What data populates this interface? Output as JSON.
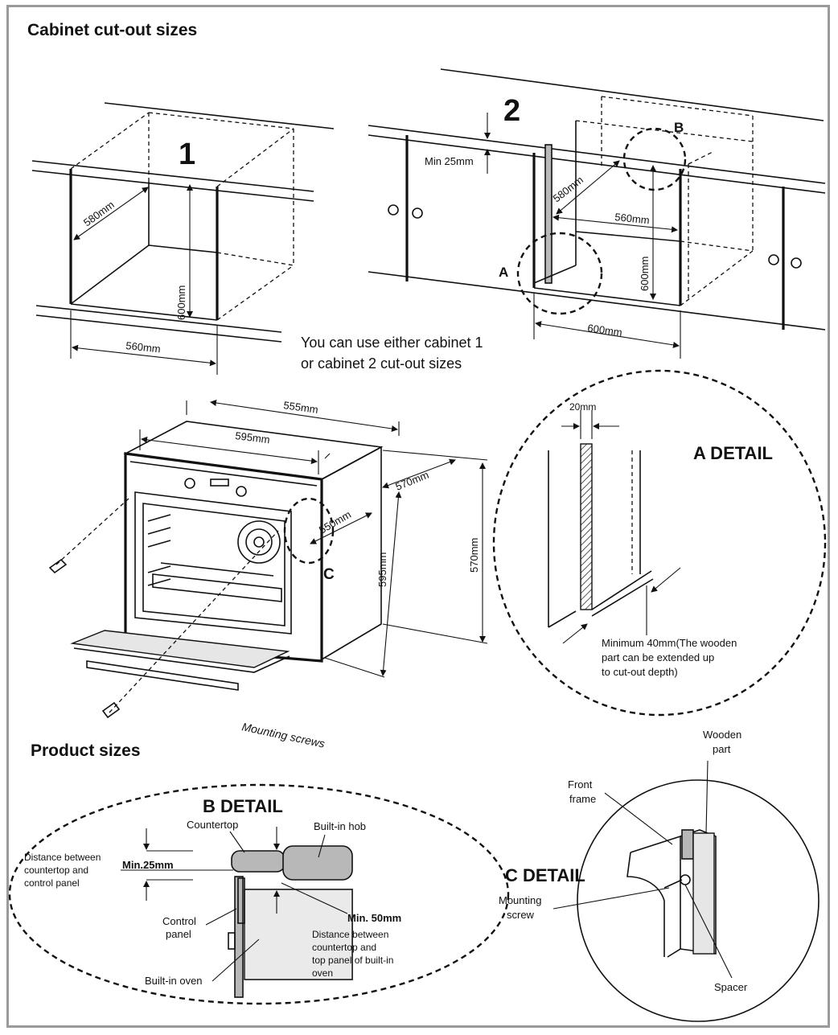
{
  "headings": {
    "cabinet_cutout": "Cabinet cut-out sizes",
    "product_sizes": "Product sizes"
  },
  "cabinet1": {
    "number": "1",
    "depth": "580mm",
    "height": "600mm",
    "width": "560mm"
  },
  "cabinet2": {
    "number": "2",
    "min_gap": "Min 25mm",
    "depth": "580mm",
    "inner_width": "560mm",
    "height": "600mm",
    "width": "600mm",
    "marker_a": "A",
    "marker_b": "B"
  },
  "note": {
    "line1": "You can use either cabinet 1",
    "line2": "or cabinet 2 cut-out sizes"
  },
  "oven": {
    "depth_top": "555mm",
    "width_front": "595mm",
    "side_570": "570mm",
    "side_550": "550mm",
    "height_595": "595mm",
    "height_570": "570mm",
    "marker_c": "C",
    "mounting_screws": "Mounting screws"
  },
  "a_detail": {
    "title": "A DETAIL",
    "gap": "20mm",
    "note_line1": "Minimum 40mm(The wooden",
    "note_line2": "part can be extended up",
    "note_line3": "to cut-out depth)"
  },
  "b_detail": {
    "title": "B DETAIL",
    "countertop": "Countertop",
    "hob": "Built-in hob",
    "distance_line1": "Distance between",
    "distance_line2": "countertop and",
    "distance_line3": "control panel",
    "min25": "Min.25mm",
    "control_panel_line1": "Control",
    "control_panel_line2": "panel",
    "min50": "Min. 50mm",
    "dist2_line1": "Distance between",
    "dist2_line2": "countertop and",
    "dist2_line3": "top panel of built-in",
    "dist2_line4": "oven",
    "oven": "Built-in oven"
  },
  "c_detail": {
    "title": "C DETAIL",
    "wooden_line1": "Wooden",
    "wooden_line2": "part",
    "front_line1": "Front",
    "front_line2": "frame",
    "screw_line1": "Mounting",
    "screw_line2": "screw",
    "spacer": "Spacer"
  }
}
